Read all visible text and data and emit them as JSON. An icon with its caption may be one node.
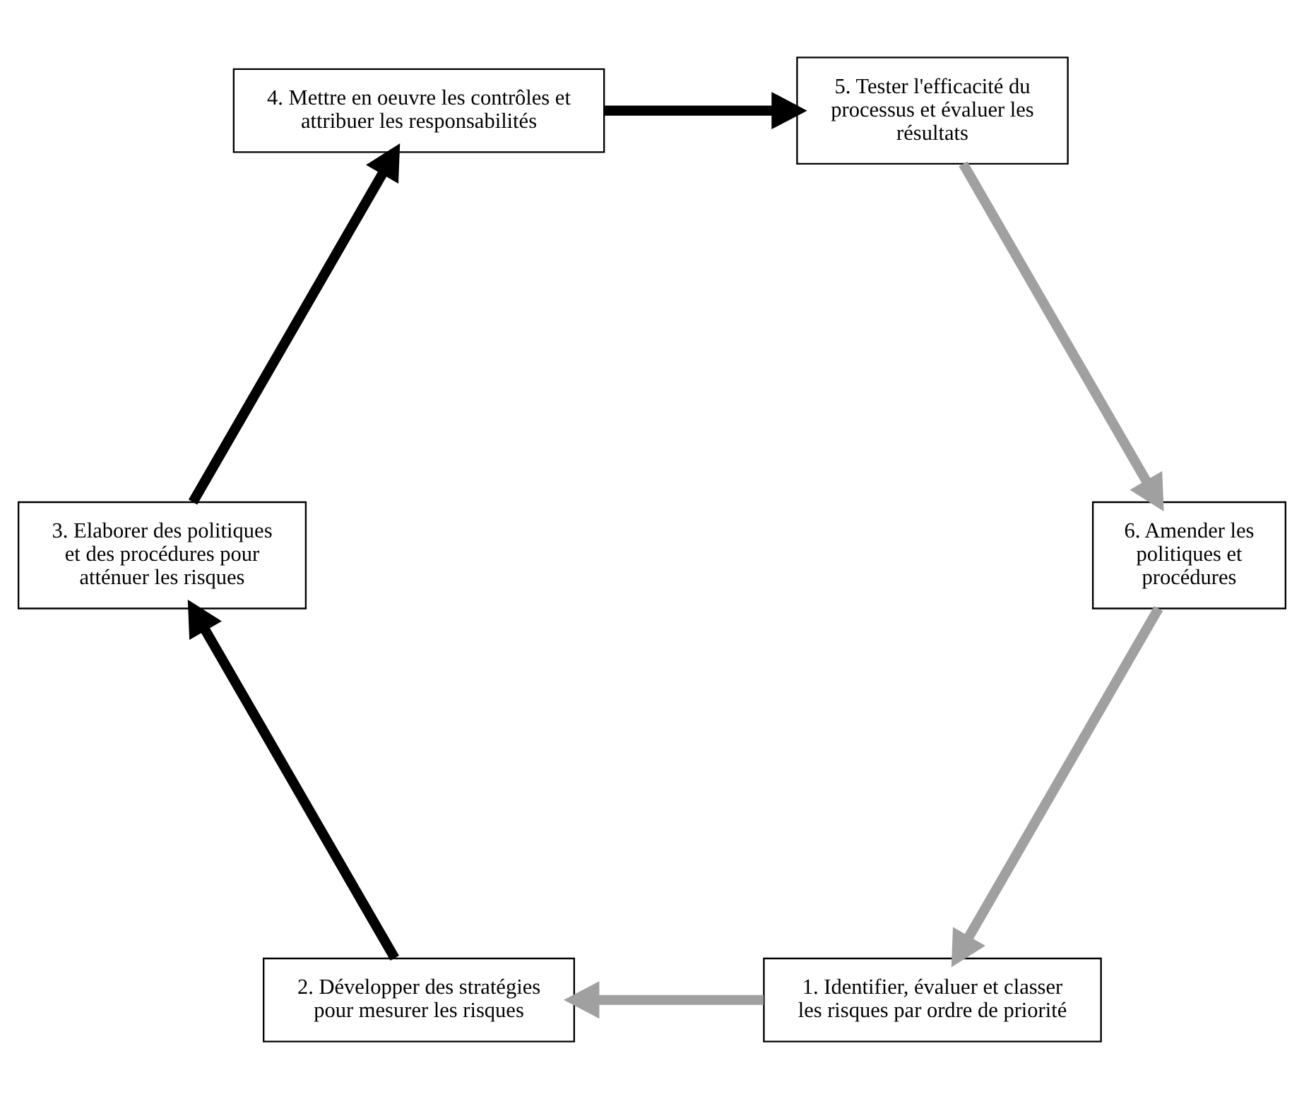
{
  "diagram": {
    "nodes": [
      {
        "text": [
          "1. Identifier, évaluer et classer les risques par ordre de priorité"
        ]
      },
      {
        "text": [
          "2. Développer des stratégies pour mesurer les risques"
        ]
      },
      {
        "text": [
          "3. Elaborer des politiques et des procédures pour atténuer les risques"
        ]
      },
      {
        "text": [
          "4. Mettre en oeuvre les contrôles et attribuer les responsabilités"
        ]
      },
      {
        "text": [
          "5. Tester l'efficacité du processus et évaluer les résultats"
        ]
      },
      {
        "text": [
          "6. Amender les politiques et procédures"
        ]
      }
    ],
    "edges": [
      {
        "from": 5,
        "to": 0,
        "arrow": "to",
        "color": "#a0a0a0"
      },
      {
        "from": 0,
        "to": 1,
        "arrow": "to",
        "color": "#a0a0a0"
      },
      {
        "from": 1,
        "to": 2,
        "arrow": "to",
        "color": "#000000"
      },
      {
        "from": 2,
        "to": 3,
        "arrow": "to",
        "color": "#000000"
      },
      {
        "from": 3,
        "to": 4,
        "arrow": "to",
        "color": "#000000"
      },
      {
        "from": 4,
        "to": 5,
        "arrow": "to",
        "color": "#a0a0a0"
      }
    ]
  }
}
